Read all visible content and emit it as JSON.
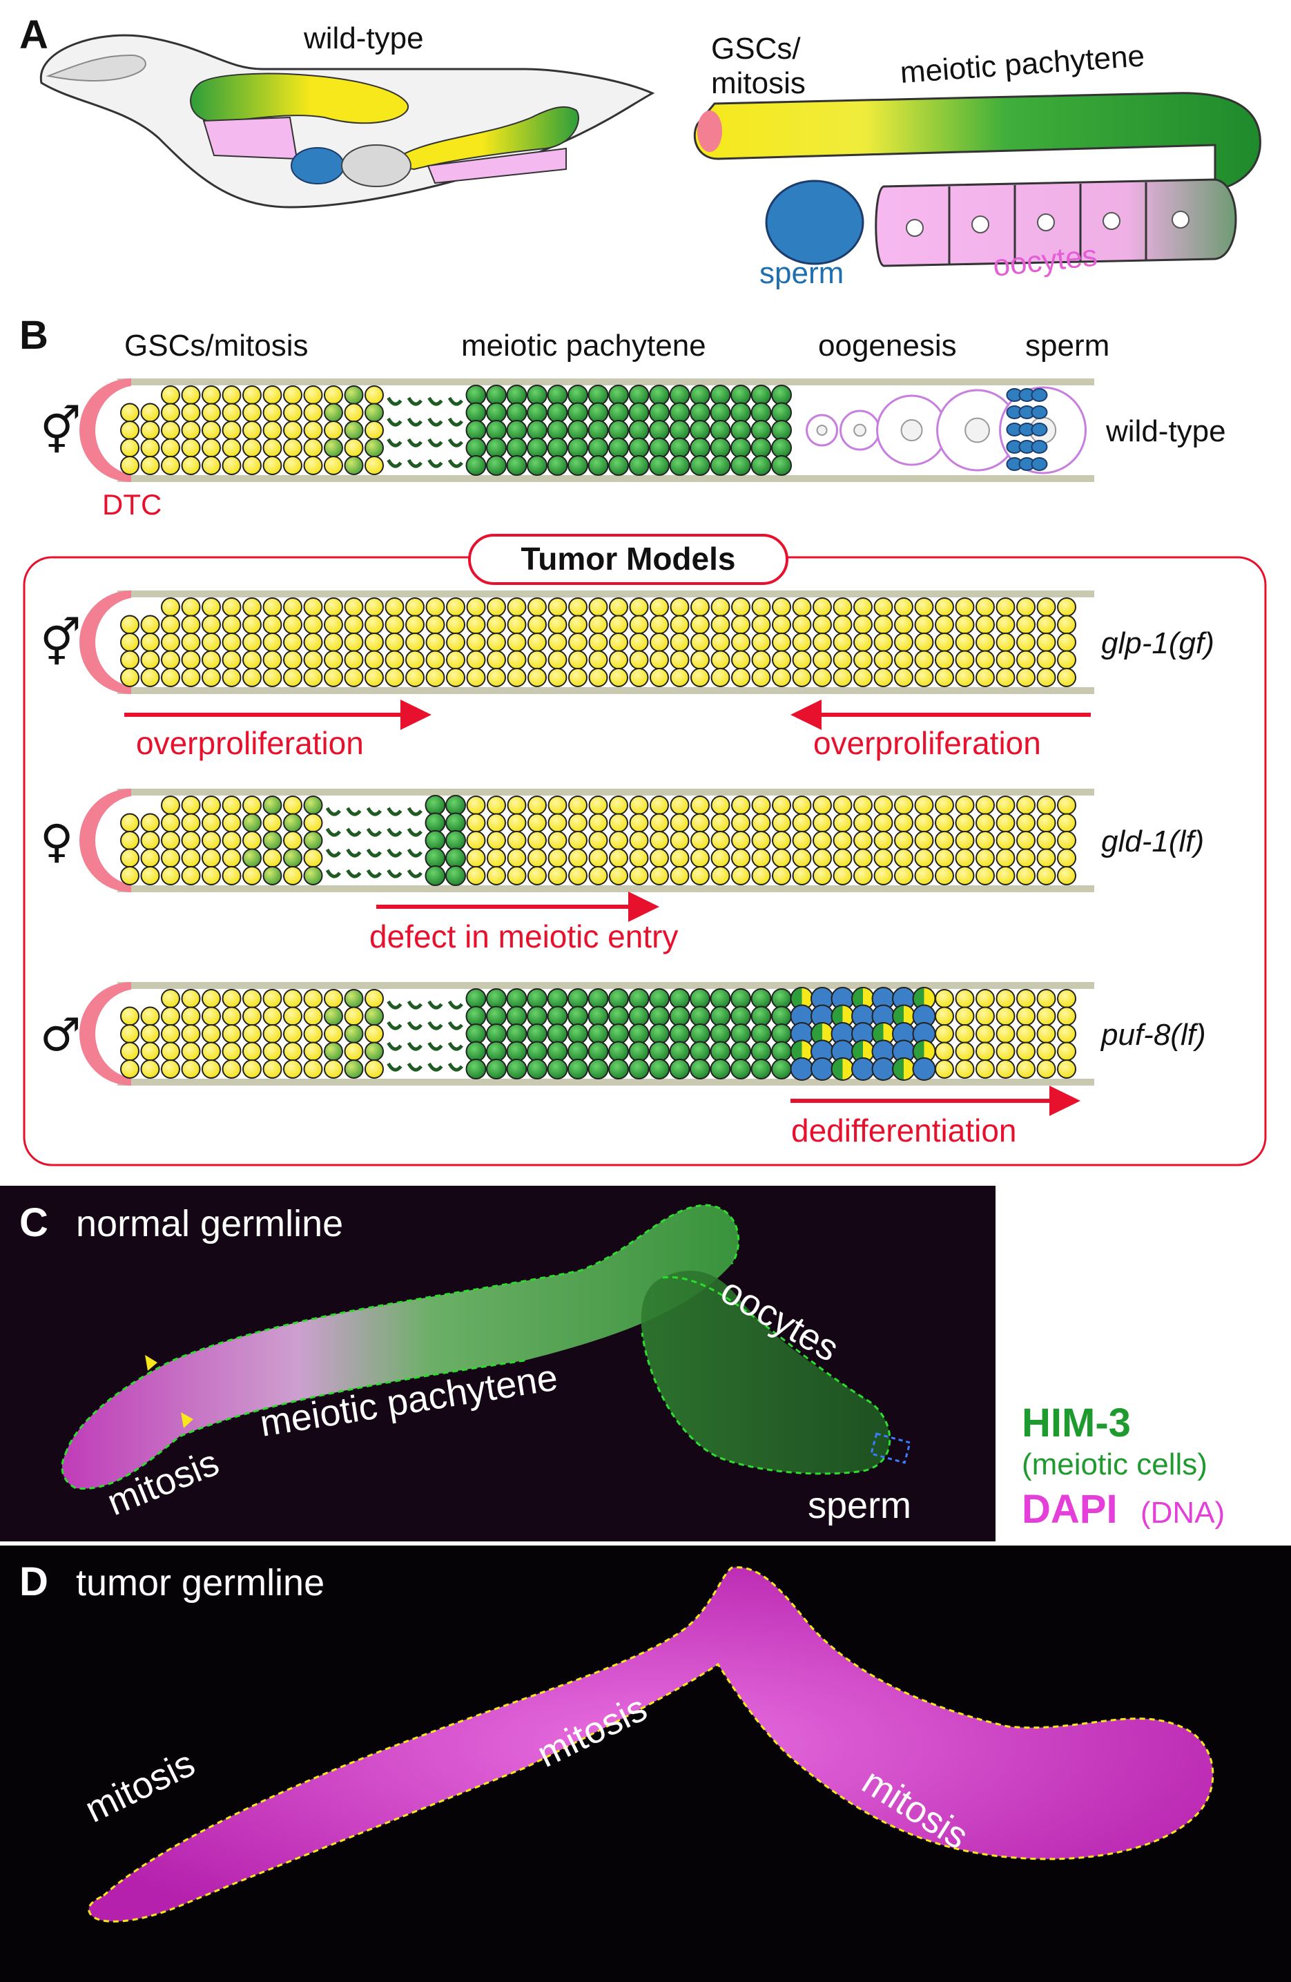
{
  "panels": {
    "a": "A",
    "b": "B",
    "c": "C",
    "d": "D"
  },
  "panel_a": {
    "worm_label": "wild-type",
    "gsc_line1": "GSCs/",
    "gsc_line2": "mitosis",
    "pachytene": "meiotic pachytene",
    "sperm": "sperm",
    "oocytes": "oocytes"
  },
  "panel_b": {
    "header_gsc": "GSCs/mitosis",
    "header_pachytene": "meiotic pachytene",
    "header_oogenesis": "oogenesis",
    "header_sperm": "sperm",
    "dtc": "DTC",
    "tumor_models_title": "Tumor Models",
    "rows": [
      {
        "sex": "⚥",
        "genotype": "wild-type"
      },
      {
        "sex": "⚥",
        "genotype": "glp-1(gf)"
      },
      {
        "sex": "♀",
        "genotype": "gld-1(lf)"
      },
      {
        "sex": "♂",
        "genotype": "puf-8(lf)"
      }
    ],
    "arrows": {
      "glp_left": "overproliferation",
      "glp_right": "overproliferation",
      "gld": "defect in meiotic entry",
      "puf": "dedifferentiation"
    }
  },
  "panel_c": {
    "title": "normal germline",
    "mitosis": "mitosis",
    "pachytene": "meiotic pachytene",
    "oocytes": "oocytes",
    "sperm": "sperm"
  },
  "legend": {
    "him3": "HIM-3",
    "him3_sub": "(meiotic cells)",
    "dapi": "DAPI",
    "dapi_sub": "(DNA)"
  },
  "panel_d": {
    "title": "tumor germline",
    "mitosis": [
      "mitosis",
      "mitosis",
      "mitosis"
    ]
  },
  "colors": {
    "mitotic_cell": "#f6e81a",
    "meiotic_cell": "#2e9e3a",
    "dtc": "#f27f92",
    "arrow_red": "#e8112d",
    "oocyte_pink": "#f4b9ef",
    "sperm_blue": "#2f7fc0",
    "dapi_magenta": "#e43fd8",
    "him3_green": "#1f9a2f",
    "tube_gray": "#c9c8b0"
  }
}
